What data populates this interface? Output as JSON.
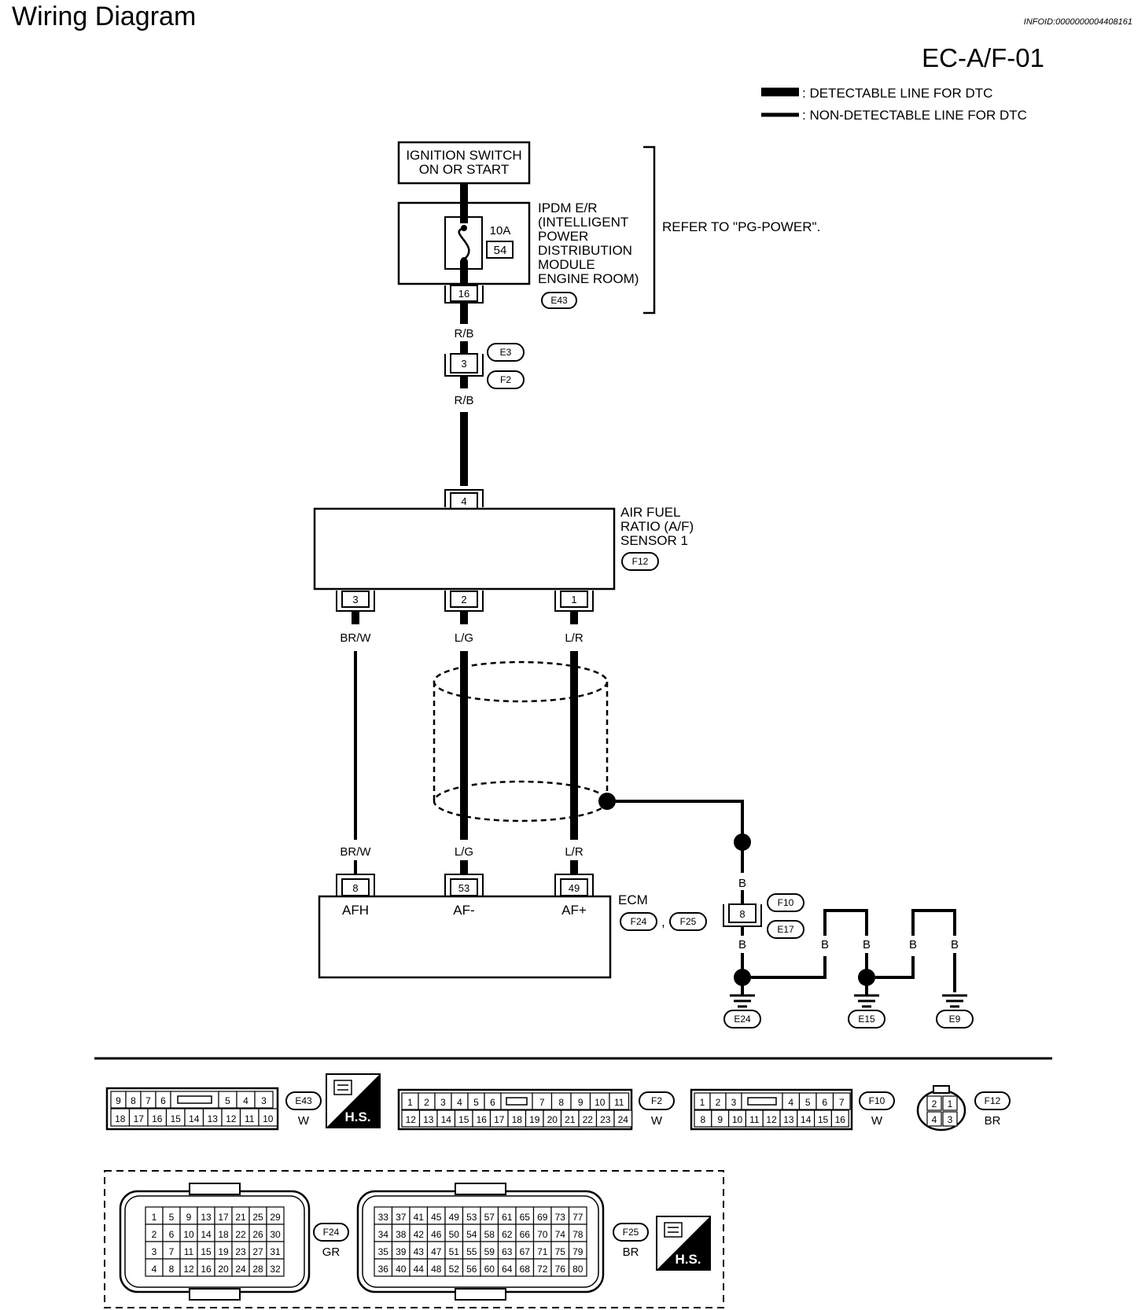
{
  "header": {
    "title": "Wiring Diagram",
    "info_id": "INFOID:0000000004408161",
    "diagram_code": "EC-A/F-01"
  },
  "legend": {
    "detectable": ": DETECTABLE LINE FOR DTC",
    "non_detectable": ": NON-DETECTABLE LINE FOR DTC"
  },
  "ignition": {
    "line1": "IGNITION SWITCH",
    "line2": "ON OR START"
  },
  "ipdm": {
    "lines": [
      "IPDM E/R",
      "(INTELLIGENT",
      "POWER",
      "DISTRIBUTION",
      "MODULE",
      "ENGINE ROOM)"
    ],
    "fuse_amp": "10A",
    "fuse_no": "54",
    "pin": "16",
    "connector": "E43"
  },
  "refer": "REFER TO \"PG-POWER\".",
  "joint": {
    "pin": "3",
    "conn_top": "E3",
    "conn_bottom": "F2",
    "color_top": "R/B",
    "color_bottom": "R/B"
  },
  "sensor": {
    "lines": [
      "AIR FUEL",
      "RATIO (A/F)",
      "SENSOR 1"
    ],
    "connector": "F12",
    "pin_top": "4",
    "pins_bottom": [
      "3",
      "2",
      "1"
    ]
  },
  "wires": {
    "top": [
      "BR/W",
      "L/G",
      "L/R"
    ],
    "bottom": [
      "BR/W",
      "L/G",
      "L/R"
    ]
  },
  "ecm": {
    "label": "ECM",
    "pins": [
      "8",
      "53",
      "49"
    ],
    "terms": [
      "AFH",
      "AF-",
      "AF+"
    ],
    "conn1": "F24",
    "sep": ",",
    "conn2": "F25"
  },
  "ground": {
    "color_b": "B",
    "joint_pin": "8",
    "conn_top": "F10",
    "conn_bottom": "E17",
    "grounds": [
      "E24",
      "E15",
      "E9"
    ]
  },
  "connectors": {
    "e43": {
      "id": "E43",
      "color": "W",
      "row1": [
        "9",
        "8",
        "7",
        "6",
        "",
        "5",
        "4",
        "3"
      ],
      "row2": [
        "18",
        "17",
        "16",
        "15",
        "14",
        "13",
        "12",
        "11",
        "10"
      ]
    },
    "hs": "H.S.",
    "f2": {
      "id": "F2",
      "color": "W",
      "row1": [
        "1",
        "2",
        "3",
        "4",
        "5",
        "6",
        "",
        "7",
        "8",
        "9",
        "10",
        "11"
      ],
      "row2": [
        "12",
        "13",
        "14",
        "15",
        "16",
        "17",
        "18",
        "19",
        "20",
        "21",
        "22",
        "23",
        "24"
      ]
    },
    "f10": {
      "id": "F10",
      "color": "W",
      "row1": [
        "1",
        "2",
        "3",
        "",
        "4",
        "5",
        "6",
        "7"
      ],
      "row2": [
        "8",
        "9",
        "10",
        "11",
        "12",
        "13",
        "14",
        "15",
        "16"
      ]
    },
    "f12": {
      "id": "F12",
      "color": "BR",
      "pins": [
        "2",
        "1",
        "4",
        "3"
      ]
    },
    "f24": {
      "id": "F24",
      "color": "GR",
      "rows": [
        [
          "1",
          "5",
          "9",
          "13",
          "17",
          "21",
          "25",
          "29"
        ],
        [
          "2",
          "6",
          "10",
          "14",
          "18",
          "22",
          "26",
          "30"
        ],
        [
          "3",
          "7",
          "11",
          "15",
          "19",
          "23",
          "27",
          "31"
        ],
        [
          "4",
          "8",
          "12",
          "16",
          "20",
          "24",
          "28",
          "32"
        ]
      ]
    },
    "f25": {
      "id": "F25",
      "color": "BR",
      "rows": [
        [
          "33",
          "37",
          "41",
          "45",
          "49",
          "53",
          "57",
          "61",
          "65",
          "69",
          "73",
          "77"
        ],
        [
          "34",
          "38",
          "42",
          "46",
          "50",
          "54",
          "58",
          "62",
          "66",
          "70",
          "74",
          "78"
        ],
        [
          "35",
          "39",
          "43",
          "47",
          "51",
          "55",
          "59",
          "63",
          "67",
          "71",
          "75",
          "79"
        ],
        [
          "36",
          "40",
          "44",
          "48",
          "52",
          "56",
          "60",
          "64",
          "68",
          "72",
          "76",
          "80"
        ]
      ]
    }
  }
}
